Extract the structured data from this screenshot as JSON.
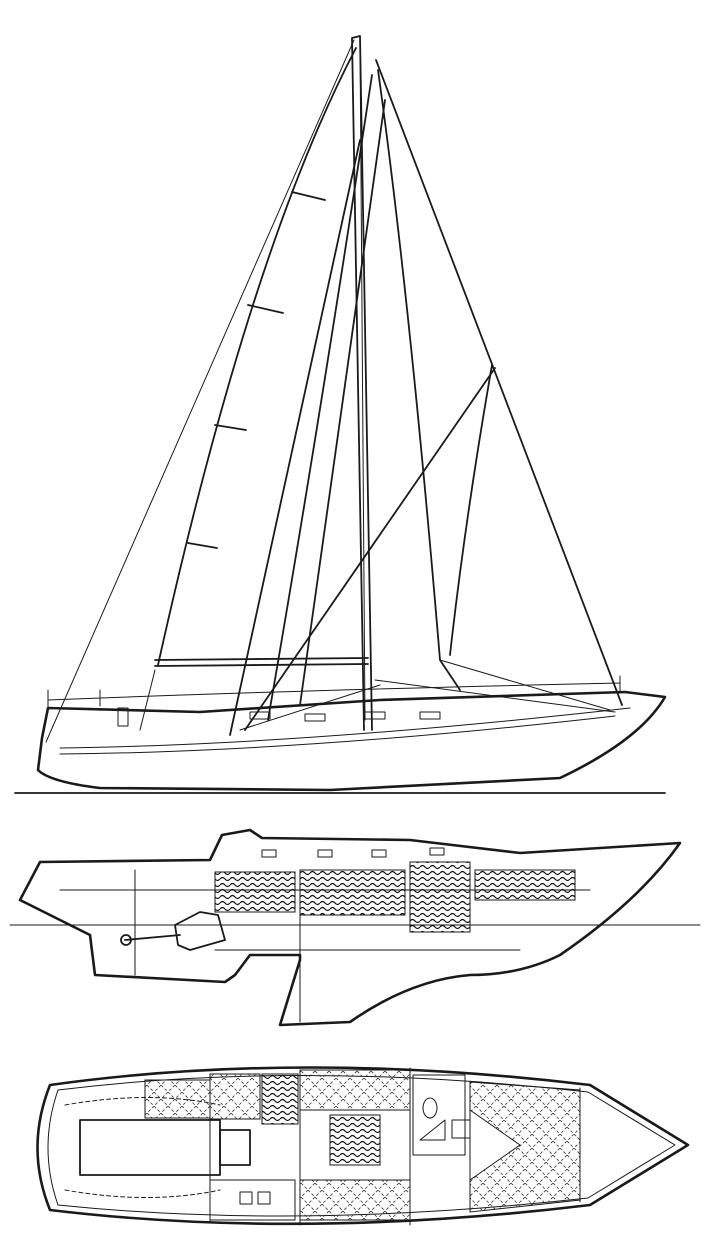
{
  "figure": {
    "views": [
      "sail-plan",
      "inboard-profile",
      "accommodation-plan"
    ],
    "colors": {
      "ink": "#1a1a1a",
      "paper": "#ffffff"
    }
  }
}
